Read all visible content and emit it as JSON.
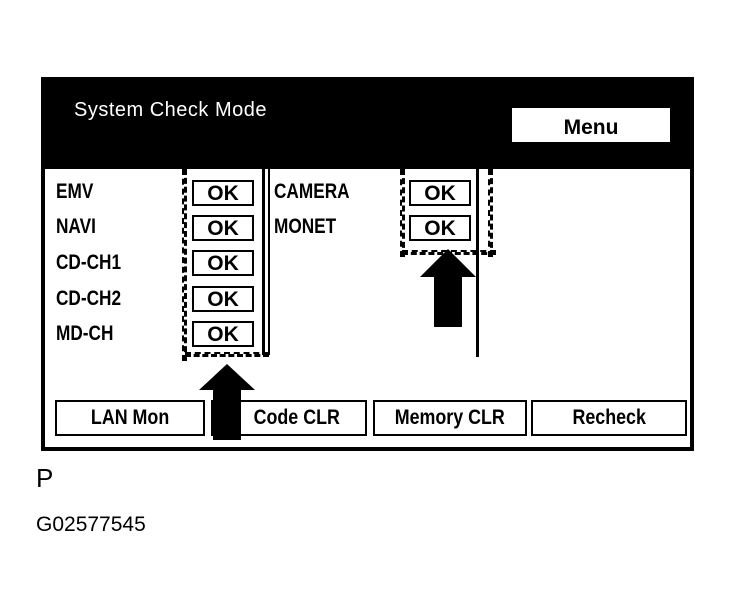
{
  "screen": {
    "title": "System Check Mode",
    "menu_label": "Menu"
  },
  "left_column": [
    {
      "label": "EMV",
      "status": "OK"
    },
    {
      "label": "NAVI",
      "status": "OK"
    },
    {
      "label": "CD-CH1",
      "status": "OK"
    },
    {
      "label": "CD-CH2",
      "status": "OK"
    },
    {
      "label": "MD-CH",
      "status": "OK"
    }
  ],
  "right_column": [
    {
      "label": "CAMERA",
      "status": "OK"
    },
    {
      "label": "MONET",
      "status": "OK"
    }
  ],
  "buttons": {
    "lan_mon": "LAN Mon",
    "code_clr": "Code CLR",
    "memory_clr": "Memory CLR",
    "recheck": "Recheck"
  },
  "footer": {
    "mark": "P",
    "code": "G02577545"
  }
}
